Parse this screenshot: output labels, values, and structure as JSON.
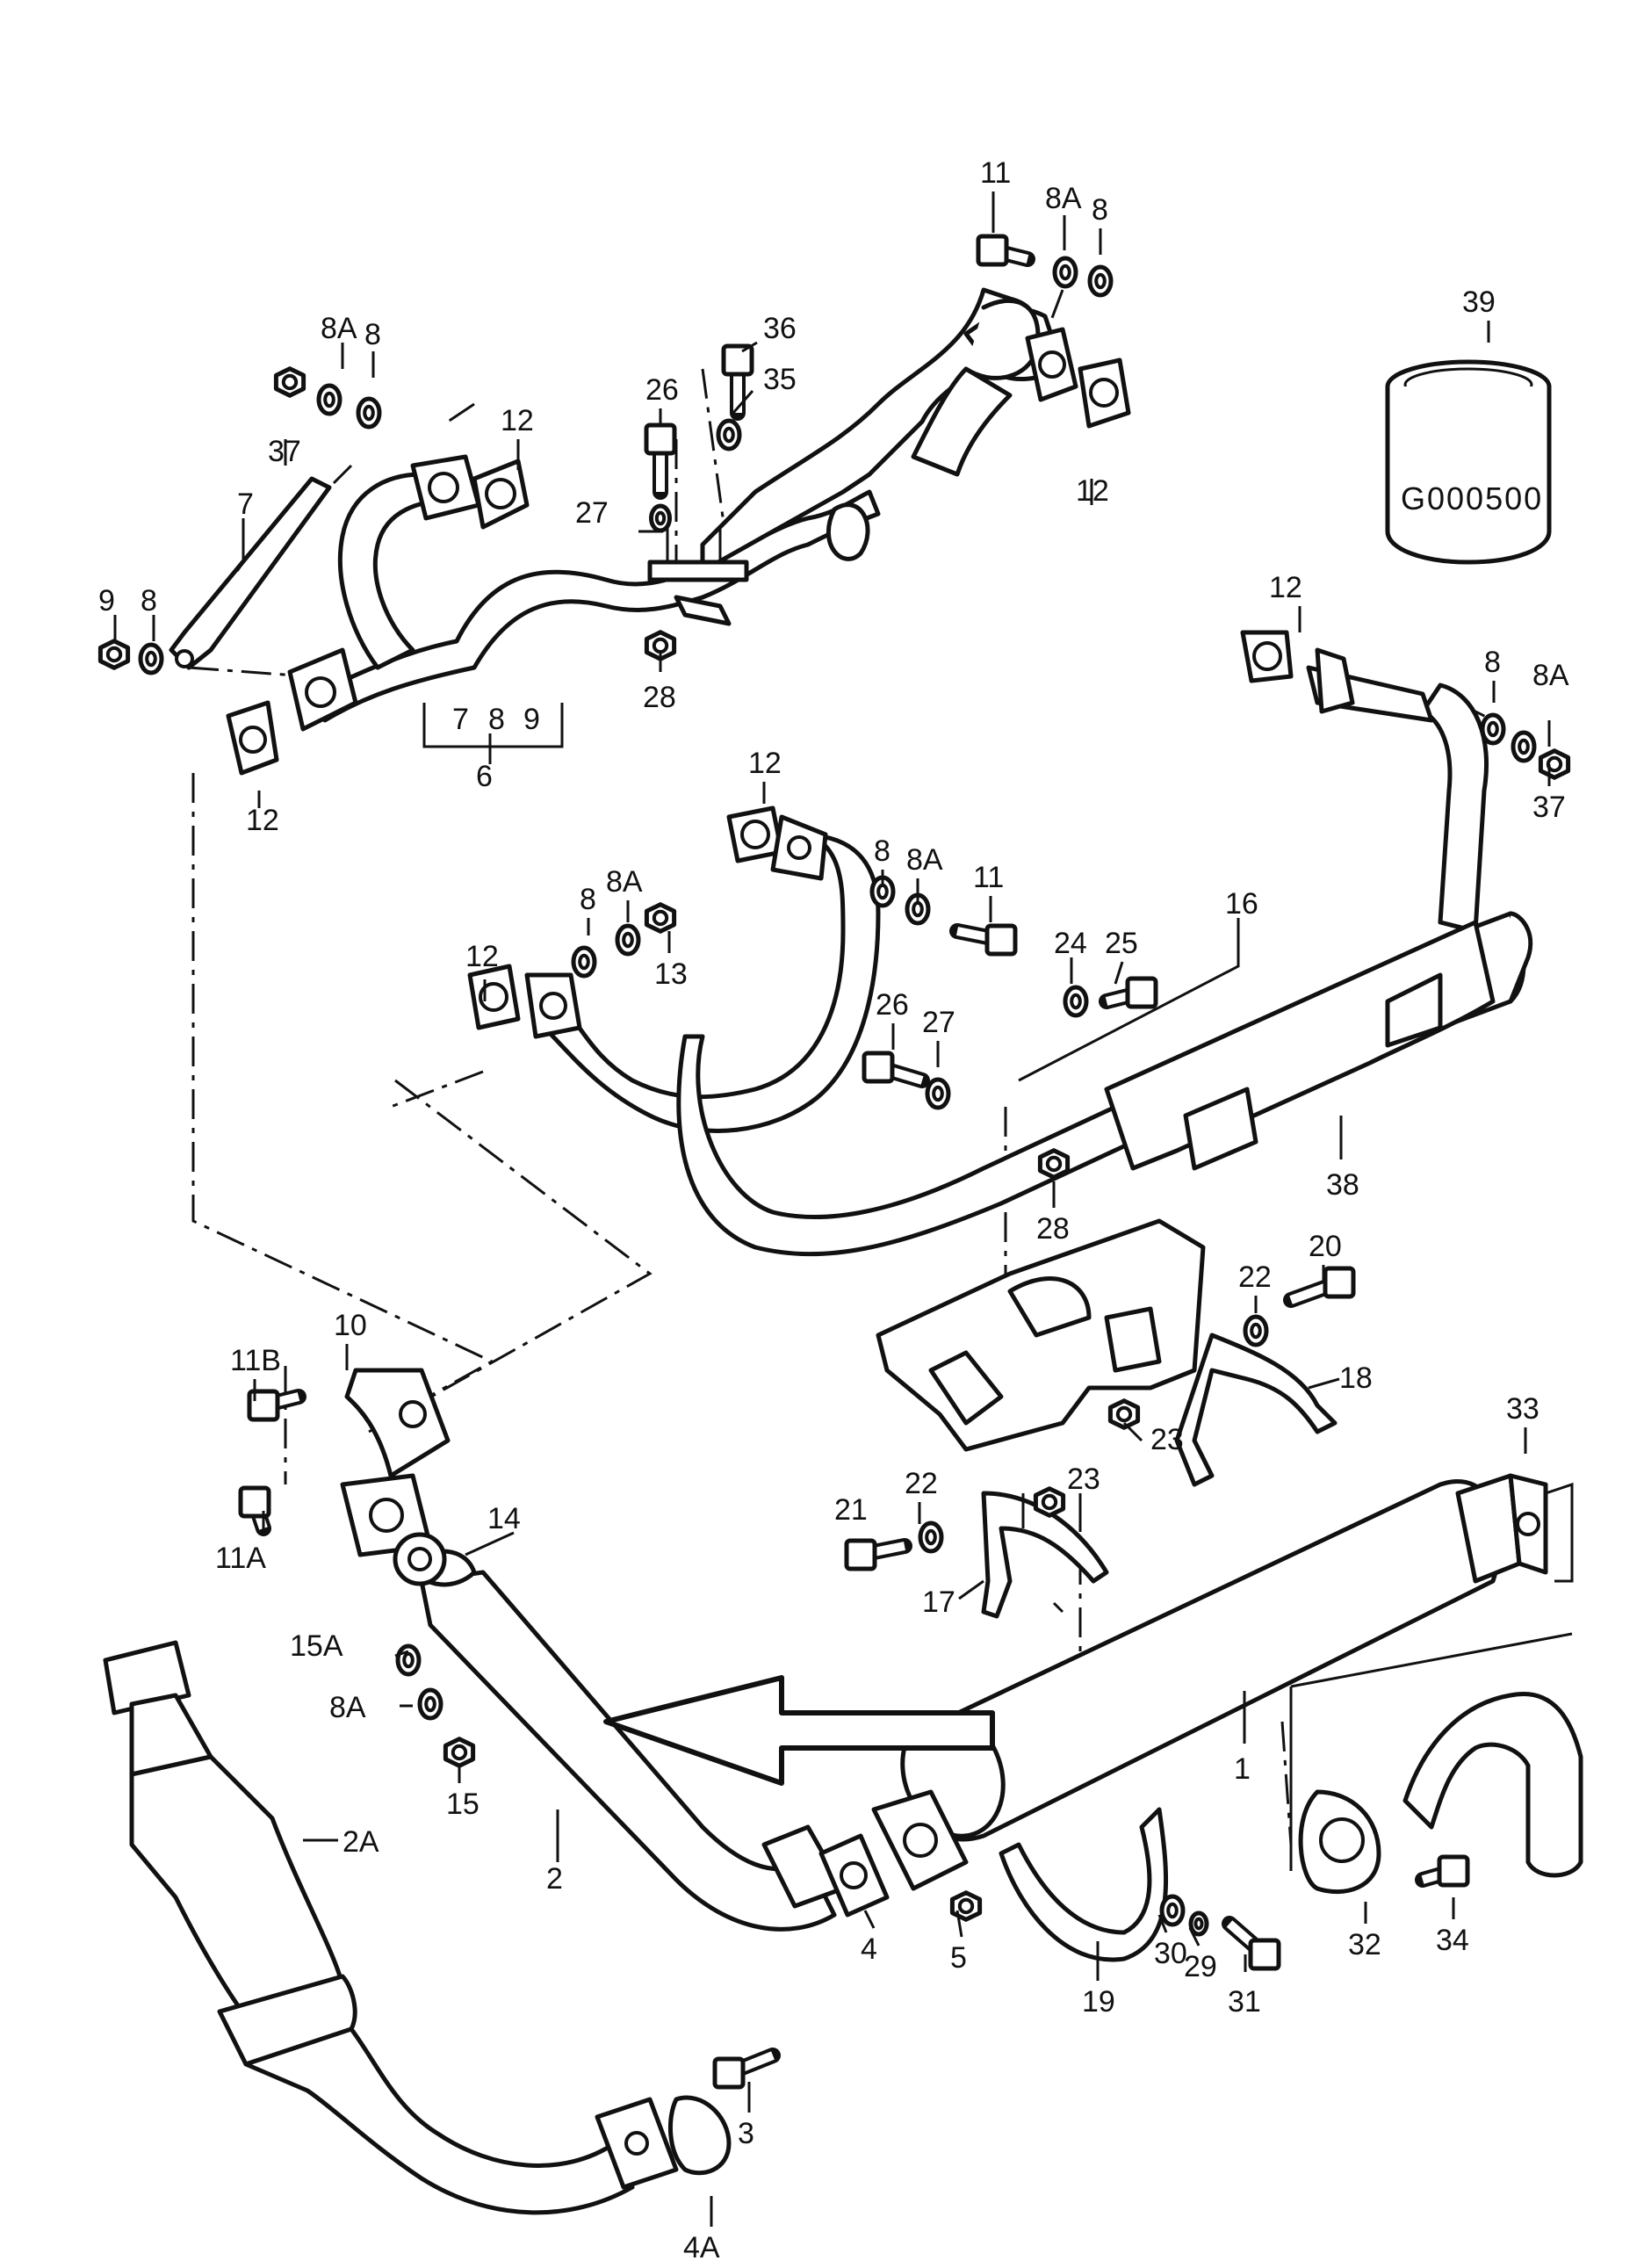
{
  "image_code": "G000500",
  "callouts": {
    "c1": "1",
    "c2": "2",
    "c2A": "2A",
    "c3": "3",
    "c4": "4",
    "c4A": "4A",
    "c5": "5",
    "c6": "6",
    "c7": "7",
    "c7b": "7",
    "c8b": "8",
    "c9b": "9",
    "c8_a": "8",
    "c8A_a": "8A",
    "c11_a": "11",
    "c36": "36",
    "c35": "35",
    "c26_a": "26",
    "c27_a": "27",
    "c28_a": "28",
    "c8A_b": "8A",
    "c8_b": "8",
    "c37_a": "37",
    "c12_a": "12",
    "c12_b": "12",
    "c9_a": "9",
    "c8_c": "8",
    "c12_c": "12",
    "c39": "39",
    "c12_d": "12",
    "c8_d": "8",
    "c8A_d": "8A",
    "c37_b": "37",
    "c12_e": "12",
    "c8_e": "8",
    "c8A_e": "8A",
    "c11_e": "11",
    "c12_f": "12",
    "c8_f": "8",
    "c8A_f": "8A",
    "c13": "13",
    "c16": "16",
    "c24": "24",
    "c25": "25",
    "c26_b": "26",
    "c27_b": "27",
    "c38": "38",
    "c28_b": "28",
    "c20": "20",
    "c22_a": "22",
    "c18": "18",
    "c23_a": "23",
    "c10": "10",
    "c11B": "11B",
    "c11A": "11A",
    "c14": "14",
    "c15A": "15A",
    "c8A_g": "8A",
    "c15": "15",
    "c21": "21",
    "c22_b": "22",
    "c23_b": "23",
    "c17": "17",
    "c33": "33",
    "c19": "19",
    "c30": "30",
    "c29": "29",
    "c31": "31",
    "c32": "32",
    "c34": "34"
  }
}
